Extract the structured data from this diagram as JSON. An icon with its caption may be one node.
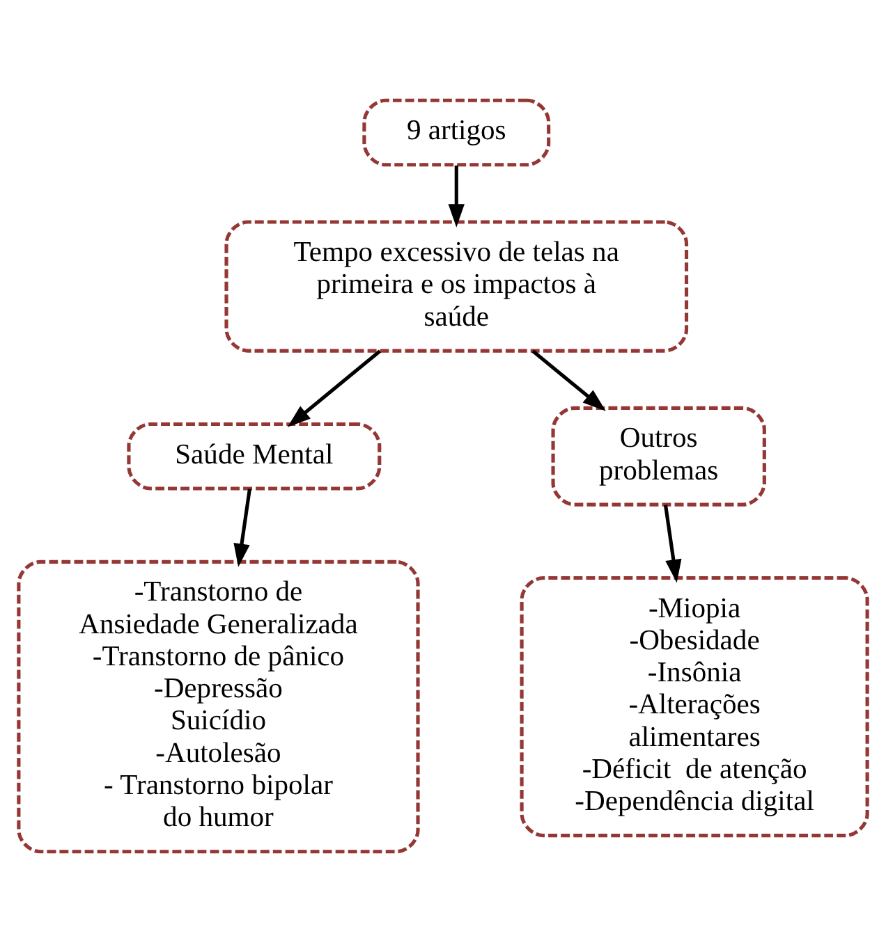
{
  "diagram": {
    "nodes": [
      {
        "text": [
          "9 artigos"
        ]
      },
      {
        "text": [
          "Tempo excessivo de telas na primeira e os impactos à saúde"
        ]
      },
      {
        "text": [
          "Saúde Mental"
        ]
      },
      {
        "text": [
          "Outros problemas"
        ]
      },
      {
        "text": [
          "-Transtorno de Ansiedade Generalizada",
          "-Transtorno de pânico",
          "-Depressão",
          "Suicídio",
          "-Autolesão",
          "- Transtorno bipolar do humor"
        ]
      },
      {
        "text": [
          "-Miopia",
          "-Obesidade",
          "-Insônia",
          "-Alterações alimentares",
          "-Déficit  de atenção",
          "-Dependência digital"
        ]
      }
    ],
    "edges": [
      {
        "from": 0,
        "to": 1,
        "arrow": "to"
      },
      {
        "from": 1,
        "to": 2,
        "arrow": "to"
      },
      {
        "from": 1,
        "to": 3,
        "arrow": "to"
      },
      {
        "from": 2,
        "to": 4,
        "arrow": "to"
      },
      {
        "from": 3,
        "to": 5,
        "arrow": "to"
      }
    ]
  }
}
